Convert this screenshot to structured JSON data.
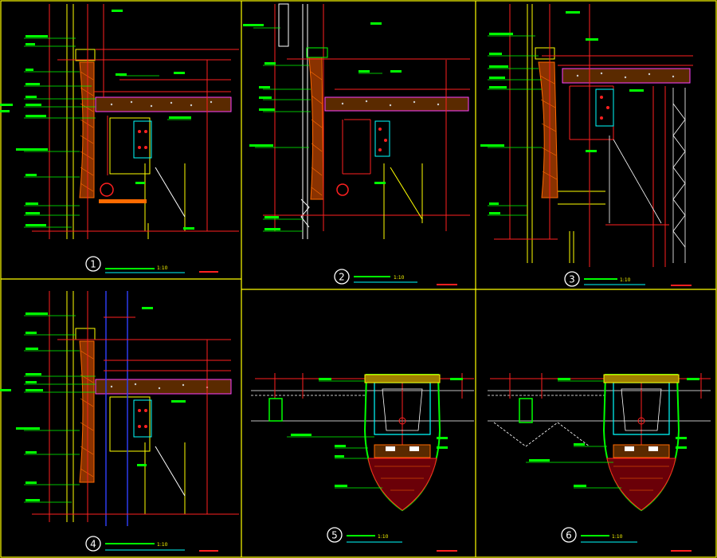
{
  "drawing": {
    "background": "#000000",
    "colors": {
      "frame": "#ffff00",
      "dim": "#ff2020",
      "leader": "#00ff00",
      "detail": "#ffffff",
      "steel": "#00ffff",
      "blue": "#3040ff",
      "magenta": "#ff40ff",
      "hatch": "#ff6a00"
    }
  },
  "panels": [
    {
      "number": "1",
      "scale_label": "1:10"
    },
    {
      "number": "2",
      "scale_label": "1:10"
    },
    {
      "number": "3",
      "scale_label": "1:10"
    },
    {
      "number": "4",
      "scale_label": "1:10"
    },
    {
      "number": "5",
      "scale_label": "1:10"
    },
    {
      "number": "6",
      "scale_label": "1:10"
    }
  ]
}
